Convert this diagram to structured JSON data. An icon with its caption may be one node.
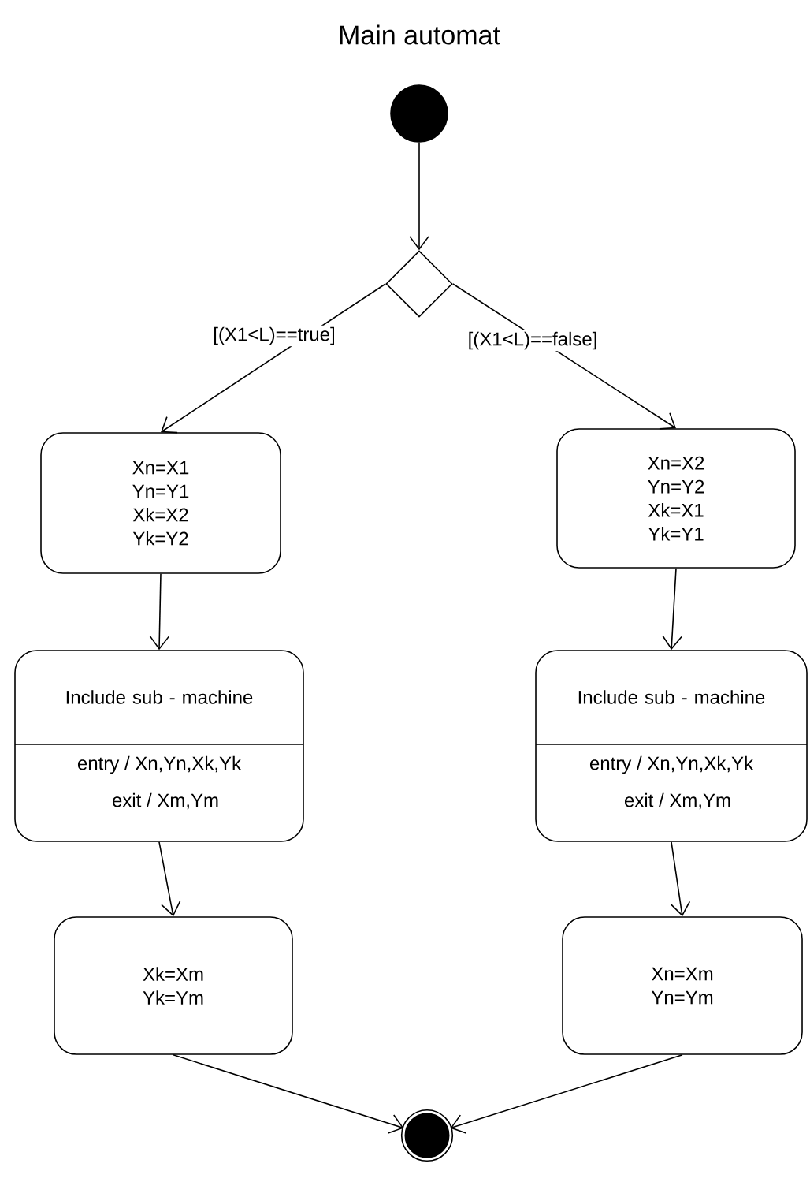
{
  "diagram": {
    "title": "Main automat",
    "nodes": [
      {
        "text": [],
        "shape": "circle"
      },
      {
        "text": [],
        "shape": "diamond"
      },
      {
        "text": [
          "Xn=X1",
          "Yn=Y1",
          "Xk=X2",
          "Yk=Y2"
        ]
      },
      {
        "text": [
          "Xn=X2",
          "Yn=Y2",
          "Xk=X1",
          "Yk=Y1"
        ]
      },
      {
        "text": [
          "Include sub - machine",
          "entry / Xn,Yn,Xk,Yk",
          "exit / Xm,Ym"
        ]
      },
      {
        "text": [
          "Include sub - machine",
          "entry / Xn,Yn,Xk,Yk",
          "exit / Xm,Ym"
        ]
      },
      {
        "text": [
          "Xk=Xm",
          "Yk=Ym"
        ]
      },
      {
        "text": [
          "Xn=Xm",
          "Yn=Ym"
        ]
      },
      {
        "text": [],
        "shape": "circle"
      }
    ],
    "edges": [
      {
        "from": 0,
        "to": 1,
        "arrow": "to"
      },
      {
        "from": 1,
        "to": 2,
        "arrow": "to",
        "label": "[(X1<L)==true]"
      },
      {
        "from": 1,
        "to": 3,
        "arrow": "to",
        "label": "[(X1<L)==false]"
      },
      {
        "from": 2,
        "to": 4,
        "arrow": "to"
      },
      {
        "from": 3,
        "to": 5,
        "arrow": "to"
      },
      {
        "from": 4,
        "to": 6,
        "arrow": "to"
      },
      {
        "from": 5,
        "to": 7,
        "arrow": "to"
      },
      {
        "from": 6,
        "to": 8,
        "arrow": "to"
      },
      {
        "from": 7,
        "to": 8,
        "arrow": "to"
      }
    ]
  }
}
